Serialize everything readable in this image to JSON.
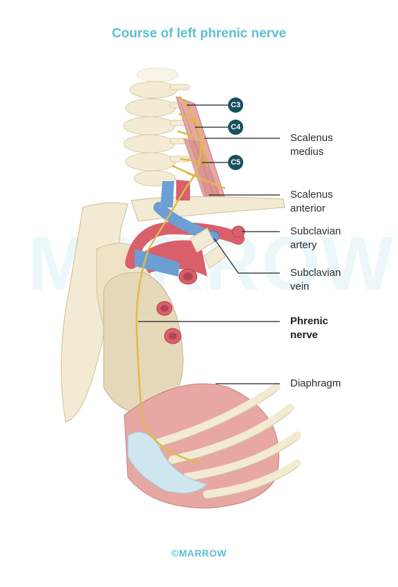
{
  "title": "Course of left phrenic nerve",
  "watermark": "MARROW",
  "copyright": "©MARROW",
  "spinal_levels": [
    "C3",
    "C4",
    "C5"
  ],
  "labels": {
    "scalenus_medius": [
      "Scalenus",
      "medius"
    ],
    "scalenus_anterior": [
      "Scalenus",
      "anterior"
    ],
    "subclavian_artery": [
      "Subclavian",
      "artery"
    ],
    "subclavian_vein": [
      "Subclavian",
      "vein"
    ],
    "phrenic_nerve": [
      "Phrenic",
      "nerve"
    ],
    "diaphragm": "Diaphragm"
  },
  "colors": {
    "title": "#5bc0d6",
    "badge": "#17505e",
    "nerve": "#e0b94a",
    "artery": "#d9606b",
    "vein": "#6c9fd3",
    "bone": "#f2ead2",
    "muscle": "#e8a9a6"
  }
}
